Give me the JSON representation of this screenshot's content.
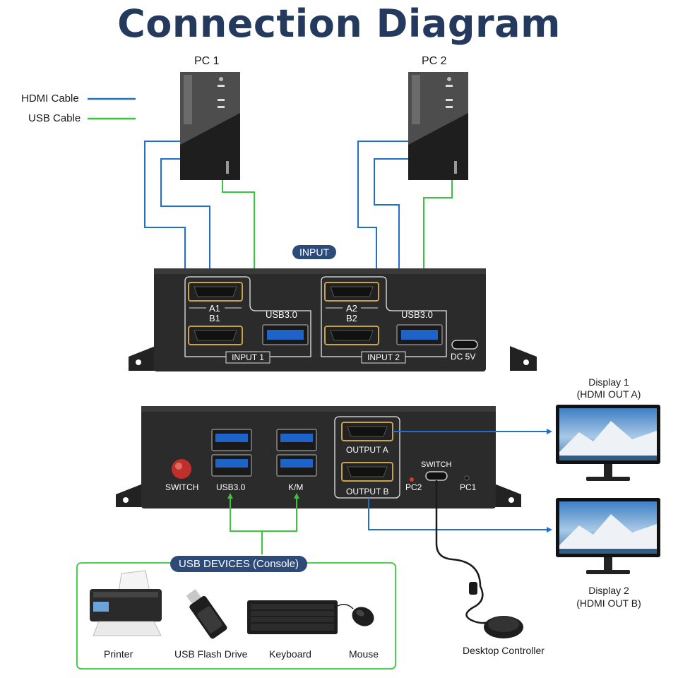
{
  "title": "Connection Diagram",
  "legend": {
    "hdmi_label": "HDMI Cable",
    "usb_label": "USB Cable",
    "hdmi_color": "#1f6fd1",
    "usb_color": "#35c93a"
  },
  "pcs": [
    "PC 1",
    "PC 2"
  ],
  "input_panel": {
    "header": "INPUT",
    "port_a1": "A1",
    "port_b1": "B1",
    "port_a2": "A2",
    "port_b2": "B2",
    "usb_label": "USB3.0",
    "input1": "INPUT 1",
    "input2": "INPUT 2",
    "dc": "DC 5V"
  },
  "output_panel": {
    "switch": "SWITCH",
    "usb30": "USB3.0",
    "km": "K/M",
    "output_a": "OUTPUT A",
    "output_b": "OUTPUT B",
    "switch_port": "SWITCH",
    "pc2": "PC2",
    "pc1": "PC1"
  },
  "displays": {
    "d1_name": "Display 1",
    "d1_sub": "(HDMI OUT A)",
    "d2_name": "Display 2",
    "d2_sub": "(HDMI OUT B)"
  },
  "usb_devices": {
    "header": "USB DEVICES (Console)",
    "items": [
      "Printer",
      "USB Flash Drive",
      "Keyboard",
      "Mouse"
    ]
  },
  "desktop_controller": "Desktop Controller"
}
